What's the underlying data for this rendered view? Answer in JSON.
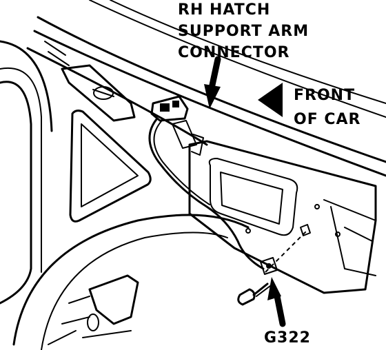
{
  "labels": {
    "connector": [
      "RH HATCH",
      "SUPPORT ARM",
      "CONNECTOR"
    ],
    "direction": [
      "FRONT",
      "OF CAR"
    ],
    "ground": "G322"
  },
  "colors": {
    "ink": "#000000",
    "paper": "#ffffff"
  },
  "icons": {
    "connector_pointer": "arrow-down-icon",
    "front_pointer": "arrow-left-icon",
    "ground_pointer": "arrow-up-icon"
  }
}
